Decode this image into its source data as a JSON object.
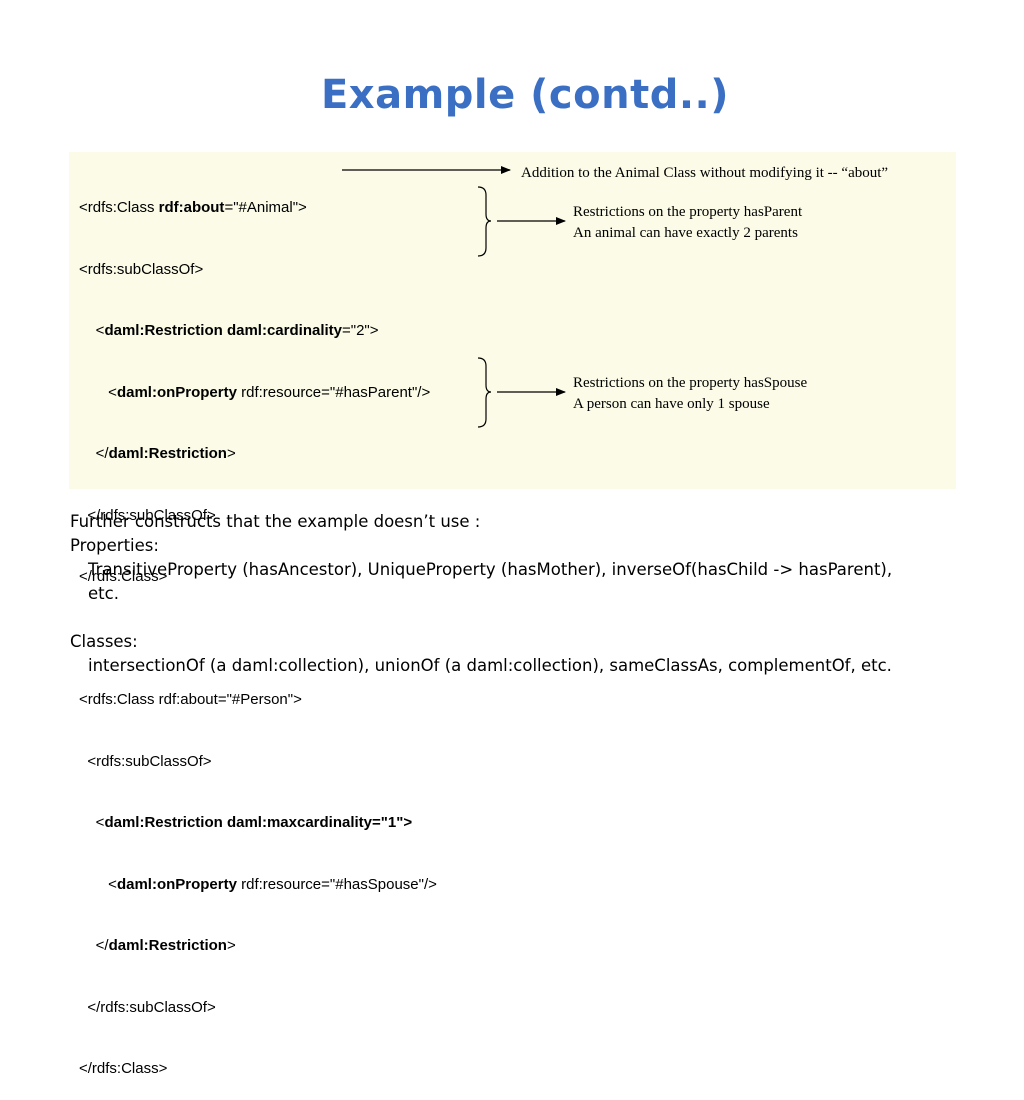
{
  "slide": {
    "title": "Example (contd..)"
  },
  "code": {
    "animal": {
      "l1_open": "<rdfs:Class ",
      "l1_bold": "rdf:about",
      "l1_rest": "=\"#Animal\">",
      "l2": "<rdfs:subClassOf>",
      "l3_open": "    <",
      "l3_bold": "daml:Restriction daml:cardinality",
      "l3_rest": "=\"2\">",
      "l4_indent": "       <",
      "l4_bold": "daml:onProperty",
      "l4_rest": " rdf:resource=\"#hasParent\"/>",
      "l5_open": "    </",
      "l5_bold": "daml:Restriction",
      "l5_rest": ">",
      "l6": "  </rdfs:subClassOf>",
      "l7": "</rdfs:Class>"
    },
    "person": {
      "l1": "<rdfs:Class rdf:about=\"#Person\">",
      "l2": "  <rdfs:subClassOf>",
      "l3_open": "    <",
      "l3_bold": "daml:Restriction daml:maxcardinality=\"1\">",
      "l4_indent": "       <",
      "l4_bold": "daml:onProperty",
      "l4_rest": " rdf:resource=\"#hasSpouse\"/>",
      "l5_open": "    </",
      "l5_bold": "daml:Restriction",
      "l5_rest": ">",
      "l6": "  </rdfs:subClassOf>",
      "l7": "</rdfs:Class>"
    }
  },
  "annotations": {
    "about": "Addition to the Animal Class without modifying it -- “about”",
    "has_parent_1": "Restrictions on the property hasParent",
    "has_parent_2": "An animal can have exactly 2 parents",
    "has_spouse_1": "Restrictions on the property hasSpouse",
    "has_spouse_2": "A person can have only 1 spouse"
  },
  "body": {
    "intro": "Further constructs that the example doesn’t use :",
    "properties_heading": "Properties:",
    "properties_line1": "TransitiveProperty (hasAncestor), UniqueProperty (hasMother), inverseOf(hasChild -> hasParent),",
    "properties_line2": "etc.",
    "classes_heading": "Classes:",
    "classes_line1": "intersectionOf (a daml:collection), unionOf (a daml:collection), sameClassAs, complementOf, etc."
  },
  "colors": {
    "title": "#3a6fc4",
    "code_background": "#fbfbe7"
  },
  "icons": [
    "right-arrow-icon",
    "curly-brace-icon"
  ]
}
